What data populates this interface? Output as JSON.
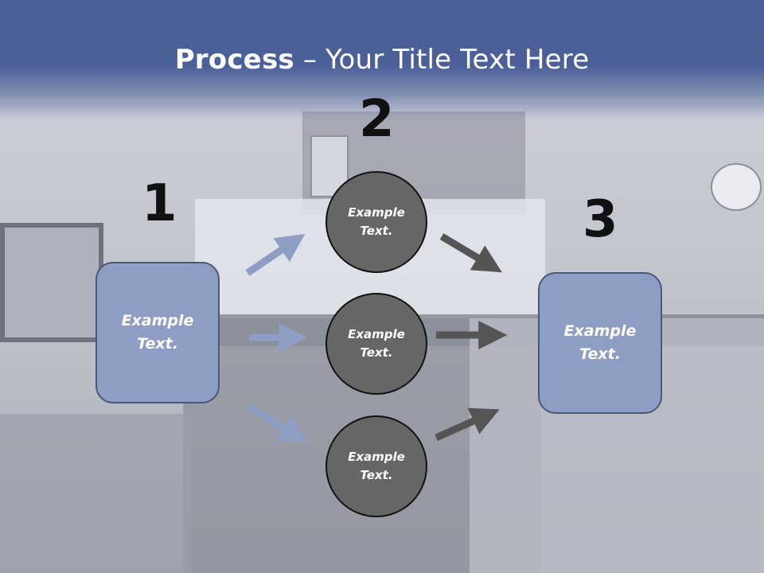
{
  "slide": {
    "title_bold": "Process",
    "title_rest": " – Your Title Text Here"
  },
  "steps": {
    "step1": {
      "number": "1",
      "box_line1": "Example",
      "box_line2": "Text."
    },
    "step2": {
      "number": "2"
    },
    "step3": {
      "number": "3",
      "box_line1": "Example",
      "box_line2": "Text."
    }
  },
  "circles": [
    {
      "line1": "Example",
      "line2": "Text."
    },
    {
      "line1": "Example",
      "line2": "Text."
    },
    {
      "line1": "Example",
      "line2": "Text."
    }
  ],
  "colors": {
    "banner": "#4b5f98",
    "box_fill": "#8e9dc3",
    "circle_fill": "#666666",
    "arrow_blue": "#8e9dc3",
    "arrow_dark": "#555555"
  }
}
